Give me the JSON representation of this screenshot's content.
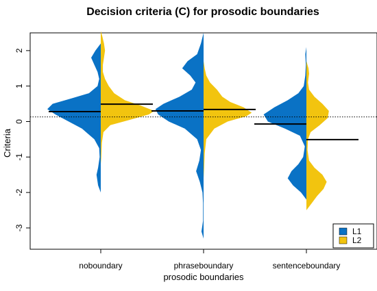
{
  "chart_data": {
    "type": "violin",
    "title": "Decision criteria (C) for prosodic boundaries",
    "xlabel": "prosodic boundaries",
    "ylabel": "Criteria",
    "ylim": [
      -3.6,
      2.5
    ],
    "yticks": [
      -3,
      -2,
      -1,
      0,
      1,
      2
    ],
    "categories": [
      "noboundary",
      "phraseboundary",
      "sentenceboundary"
    ],
    "reference_line": {
      "value": 0.13,
      "style": "dotted"
    },
    "series": [
      {
        "name": "L1",
        "color": "#0a72c5",
        "side": "left",
        "means": [
          0.28,
          0.3,
          -0.07
        ],
        "densities": [
          [
            [
              -2.0,
              0
            ],
            [
              -1.8,
              0.05
            ],
            [
              -1.5,
              0.08
            ],
            [
              -1.3,
              0.05
            ],
            [
              -1.0,
              0.02
            ],
            [
              -0.75,
              0.03
            ],
            [
              -0.5,
              0.12
            ],
            [
              -0.2,
              0.35
            ],
            [
              0.0,
              0.6
            ],
            [
              0.2,
              0.85
            ],
            [
              0.35,
              1.0
            ],
            [
              0.5,
              0.9
            ],
            [
              0.65,
              0.55
            ],
            [
              0.8,
              0.22
            ],
            [
              1.0,
              0.06
            ],
            [
              1.2,
              0.03
            ],
            [
              1.4,
              0.06
            ],
            [
              1.6,
              0.12
            ],
            [
              1.8,
              0.18
            ],
            [
              2.0,
              0.1
            ],
            [
              2.2,
              0
            ]
          ],
          [
            [
              -3.3,
              0
            ],
            [
              -3.1,
              0.04
            ],
            [
              -2.8,
              0.01
            ],
            [
              -2.3,
              0.01
            ],
            [
              -2.0,
              0.02
            ],
            [
              -1.7,
              0.07
            ],
            [
              -1.4,
              0.14
            ],
            [
              -1.1,
              0.08
            ],
            [
              -0.8,
              0.05
            ],
            [
              -0.5,
              0.12
            ],
            [
              -0.2,
              0.35
            ],
            [
              0.0,
              0.65
            ],
            [
              0.2,
              0.85
            ],
            [
              0.35,
              0.9
            ],
            [
              0.5,
              0.75
            ],
            [
              0.7,
              0.45
            ],
            [
              0.9,
              0.22
            ],
            [
              1.1,
              0.15
            ],
            [
              1.3,
              0.25
            ],
            [
              1.5,
              0.4
            ],
            [
              1.7,
              0.3
            ],
            [
              1.9,
              0.12
            ],
            [
              2.2,
              0.05
            ],
            [
              2.5,
              0
            ]
          ],
          [
            [
              -2.2,
              0
            ],
            [
              -2.0,
              0.1
            ],
            [
              -1.8,
              0.25
            ],
            [
              -1.6,
              0.35
            ],
            [
              -1.4,
              0.28
            ],
            [
              -1.2,
              0.15
            ],
            [
              -1.0,
              0.06
            ],
            [
              -0.7,
              0.03
            ],
            [
              -0.4,
              0.12
            ],
            [
              -0.2,
              0.4
            ],
            [
              0.0,
              0.72
            ],
            [
              0.2,
              0.8
            ],
            [
              0.4,
              0.6
            ],
            [
              0.6,
              0.35
            ],
            [
              0.8,
              0.15
            ],
            [
              1.0,
              0.05
            ],
            [
              1.3,
              0.02
            ],
            [
              1.6,
              0.01
            ],
            [
              1.9,
              0.02
            ],
            [
              2.1,
              0
            ]
          ]
        ]
      },
      {
        "name": "L2",
        "color": "#f2c40f",
        "side": "right",
        "means": [
          0.49,
          0.34,
          -0.51
        ],
        "densities": [
          [
            [
              -1.2,
              0
            ],
            [
              -1.0,
              0.01
            ],
            [
              -0.6,
              0.02
            ],
            [
              -0.3,
              0.05
            ],
            [
              -0.1,
              0.18
            ],
            [
              0.05,
              0.55
            ],
            [
              0.2,
              0.9
            ],
            [
              0.3,
              1.0
            ],
            [
              0.45,
              0.75
            ],
            [
              0.6,
              0.45
            ],
            [
              0.8,
              0.25
            ],
            [
              1.0,
              0.15
            ],
            [
              1.2,
              0.08
            ],
            [
              1.4,
              0.04
            ],
            [
              1.6,
              0.04
            ],
            [
              1.8,
              0.06
            ],
            [
              2.0,
              0.08
            ],
            [
              2.2,
              0.06
            ],
            [
              2.4,
              0.03
            ],
            [
              2.55,
              0
            ]
          ],
          [
            [
              -1.6,
              0
            ],
            [
              -1.3,
              0.01
            ],
            [
              -0.9,
              0.02
            ],
            [
              -0.5,
              0.05
            ],
            [
              -0.2,
              0.2
            ],
            [
              0.0,
              0.45
            ],
            [
              0.15,
              0.8
            ],
            [
              0.25,
              0.9
            ],
            [
              0.4,
              0.75
            ],
            [
              0.55,
              0.5
            ],
            [
              0.7,
              0.35
            ],
            [
              0.9,
              0.25
            ],
            [
              1.1,
              0.12
            ],
            [
              1.3,
              0.05
            ],
            [
              1.5,
              0.02
            ],
            [
              1.7,
              0
            ]
          ],
          [
            [
              -2.5,
              0
            ],
            [
              -2.3,
              0.1
            ],
            [
              -2.1,
              0.2
            ],
            [
              -1.9,
              0.32
            ],
            [
              -1.7,
              0.38
            ],
            [
              -1.5,
              0.3
            ],
            [
              -1.3,
              0.15
            ],
            [
              -1.1,
              0.05
            ],
            [
              -0.8,
              0.02
            ],
            [
              -0.5,
              0.03
            ],
            [
              -0.3,
              0.08
            ],
            [
              -0.1,
              0.25
            ],
            [
              0.1,
              0.4
            ],
            [
              0.3,
              0.42
            ],
            [
              0.5,
              0.3
            ],
            [
              0.7,
              0.15
            ],
            [
              0.9,
              0.05
            ],
            [
              1.1,
              0.03
            ],
            [
              1.35,
              0.05
            ],
            [
              1.5,
              0.04
            ],
            [
              1.7,
              0
            ]
          ]
        ]
      }
    ],
    "legend": {
      "position": "bottom-right",
      "entries": [
        "L1",
        "L2"
      ]
    }
  }
}
